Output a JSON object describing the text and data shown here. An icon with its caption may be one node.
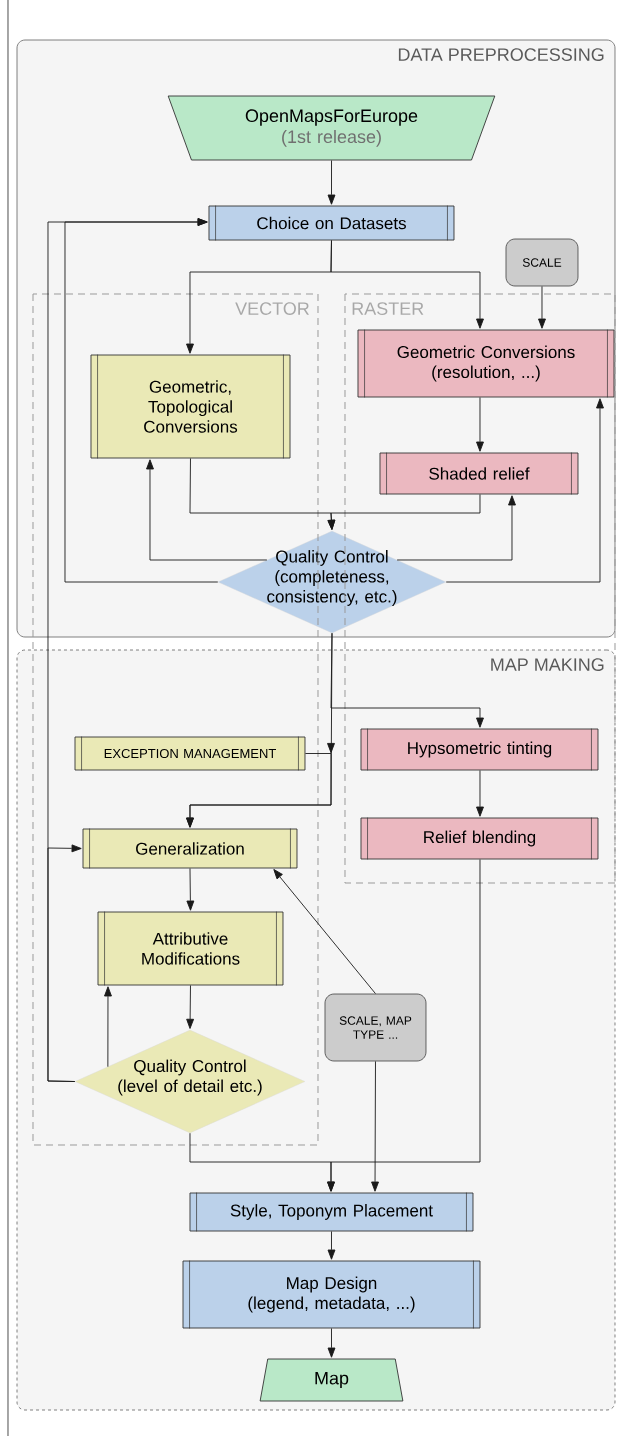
{
  "diagram": {
    "nodes": [
      {
        "text": [
          "DATA PREPROCESSING"
        ]
      },
      {
        "text": [
          "MAP MAKING"
        ]
      },
      {
        "text": [
          "OpenMapsForEurope",
          "(1st release)"
        ],
        "in": 0
      },
      {
        "text": [
          "Choice on Datasets"
        ],
        "in": 0
      },
      {
        "text": [
          "SCALE"
        ],
        "in": 0
      },
      {
        "text": [
          "Geometric, Topological Conversions"
        ],
        "in": 0
      },
      {
        "text": [
          "Geometric Conversions",
          "(resolution, ...)"
        ],
        "in": 0
      },
      {
        "text": [
          "Shaded relief"
        ],
        "in": 0
      },
      {
        "text": [
          "Quality Control",
          "(completeness, consistency, etc.)"
        ],
        "in": 0
      },
      {
        "text": [
          "EXCEPTION MANAGEMENT"
        ],
        "in": 1
      },
      {
        "text": [
          "Hypsometric tinting"
        ],
        "in": 1
      },
      {
        "text": [
          "Relief blending"
        ],
        "in": 1
      },
      {
        "text": [
          "Generalization"
        ],
        "in": 1
      },
      {
        "text": [
          "Attributive Modifications"
        ],
        "in": 1
      },
      {
        "text": [
          "Quality Control",
          "(level of detail etc.)"
        ],
        "in": 1
      },
      {
        "text": [
          "SCALE, MAP TYPE ..."
        ],
        "in": 1
      },
      {
        "text": [
          "Style, Toponym Placement"
        ],
        "in": 1
      },
      {
        "text": [
          "Map Design",
          "(legend, metadata, ...)"
        ],
        "in": 1
      },
      {
        "text": [
          "Map"
        ],
        "in": 1
      }
    ],
    "edges": [
      {
        "from": 2,
        "to": 3,
        "arrow": "to"
      },
      {
        "from": 3,
        "to": 5,
        "arrow": "to"
      },
      {
        "from": 3,
        "to": 6,
        "arrow": "to"
      },
      {
        "from": 4,
        "to": 6,
        "arrow": "to"
      },
      {
        "from": 6,
        "to": 7,
        "arrow": "to"
      },
      {
        "from": 5,
        "to": 8,
        "arrow": "to"
      },
      {
        "from": 7,
        "to": 8,
        "arrow": "to"
      },
      {
        "from": 8,
        "to": 5,
        "arrow": "to"
      },
      {
        "from": 8,
        "to": 7,
        "arrow": "to"
      },
      {
        "from": 8,
        "to": 6,
        "arrow": "to"
      },
      {
        "from": 8,
        "to": 3,
        "arrow": "to"
      },
      {
        "from": 14,
        "to": 3,
        "arrow": "to"
      },
      {
        "from": 14,
        "to": 12,
        "arrow": "to"
      },
      {
        "from": 8,
        "to": 10,
        "arrow": "to"
      },
      {
        "from": 8,
        "to": 12,
        "arrow": "to"
      },
      {
        "from": 9,
        "to": 12,
        "arrow": "to"
      },
      {
        "from": 10,
        "to": 11,
        "arrow": "to"
      },
      {
        "from": 15,
        "to": 12,
        "arrow": "to"
      },
      {
        "from": 12,
        "to": 13,
        "arrow": "to"
      },
      {
        "from": 13,
        "to": 14,
        "arrow": "to"
      },
      {
        "from": 14,
        "to": 13,
        "arrow": "to"
      },
      {
        "from": 14,
        "to": 16,
        "arrow": "to"
      },
      {
        "from": 11,
        "to": 16,
        "arrow": "to"
      },
      {
        "from": 15,
        "to": 16,
        "arrow": "to"
      },
      {
        "from": 16,
        "to": 17,
        "arrow": "to"
      },
      {
        "from": 17,
        "to": 18,
        "arrow": "to"
      }
    ],
    "labels": [
      "VECTOR",
      "RASTER"
    ]
  }
}
